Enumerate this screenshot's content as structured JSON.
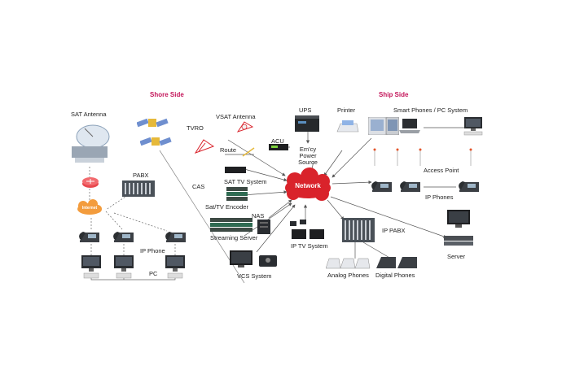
{
  "sections": {
    "shore": "Shore Side",
    "ship": "Ship Side"
  },
  "shore": {
    "sat_antenna": "SAT Antenna",
    "pabx": "PABX",
    "internet": "Internet",
    "ip_phone": "IP Phone",
    "pc": "PC"
  },
  "ship": {
    "vsat_antenna": "VSAT Antenna",
    "tvro": "TVRO",
    "route": "Route",
    "acu": "ACU",
    "ups": "UPS",
    "emergency_power": [
      "Em'cy",
      "Power",
      "Source"
    ],
    "printer": "Printer",
    "smart_phones": "Smart Phones / PC System",
    "access_point": "Access Point",
    "ip_phones": "IP Phones",
    "cas": "CAS",
    "sat_tv_system": "SAT TV System",
    "sat_tv_encoder": "Sat/TV Encoder",
    "nas": "NAS",
    "streaming_server": "Streaming Server",
    "network": "Network",
    "iptv_system": "IP TV System",
    "ip_pabx": "IP PABX",
    "server": "Server",
    "vcs_system": "VCS System",
    "analog_phones": "Analog Phones",
    "digital_phones": "Digital Phones"
  },
  "colors": {
    "accent": "#c4175b",
    "network_cloud": "#d9232b",
    "line": "#555555"
  }
}
